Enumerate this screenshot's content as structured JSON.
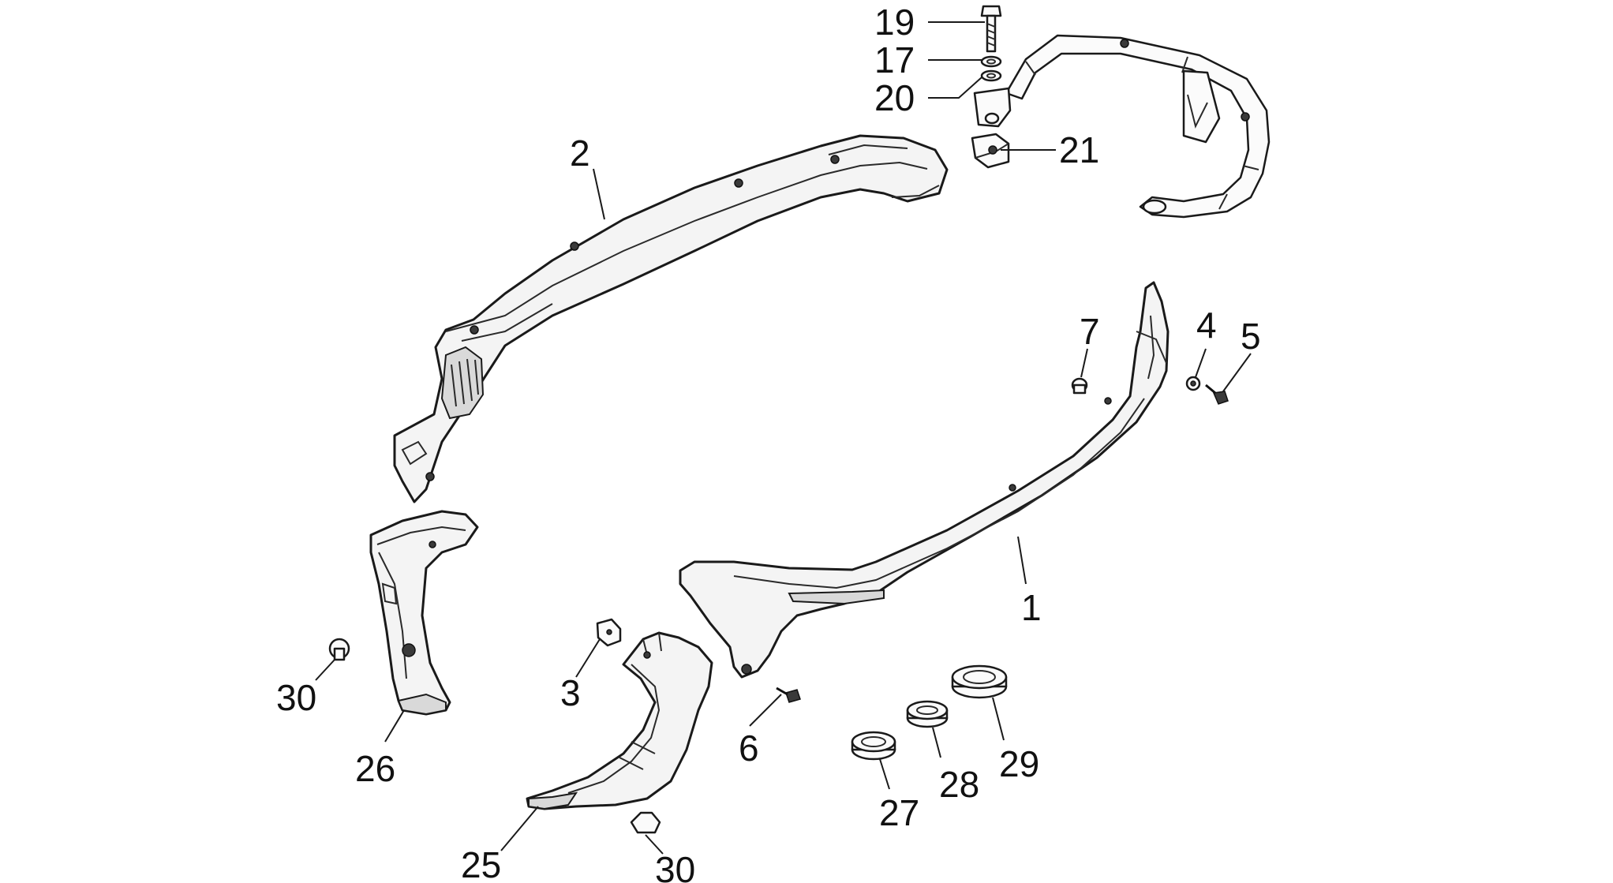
{
  "callouts": {
    "c1": "1",
    "c2": "2",
    "c3": "3",
    "c4": "4",
    "c5": "5",
    "c6": "6",
    "c7": "7",
    "c17": "17",
    "c19": "19",
    "c20": "20",
    "c21": "21",
    "c25": "25",
    "c26": "26",
    "c27": "27",
    "c28": "28",
    "c29": "29",
    "c30a": "30",
    "c30b": "30"
  }
}
